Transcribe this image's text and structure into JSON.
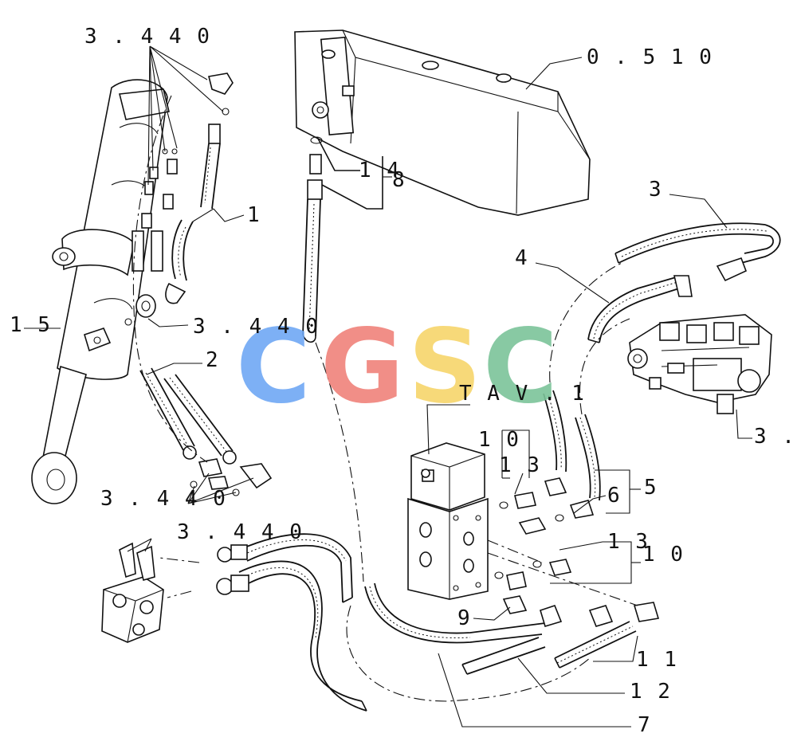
{
  "watermark": {
    "letters": [
      {
        "char": "C",
        "color": "#6fa8f5"
      },
      {
        "char": "G",
        "color": "#f0827b"
      },
      {
        "char": "S",
        "color": "#f7d56b"
      },
      {
        "char": "C",
        "color": "#7cc49a"
      }
    ]
  },
  "callouts": {
    "top_left_ref": "3 . 4 4 0",
    "tank_ref": "0 . 5 1 0",
    "item_1": "1",
    "item_14": "1 4",
    "item_8": "8",
    "item_15": "1 5",
    "mid_left_ref": "3 . 4 4 0",
    "item_2": "2",
    "item_3": "3",
    "item_4": "4",
    "tav_ref": "T A V . 1",
    "item_10_a": "1 0",
    "item_13_a": "1 3",
    "valve_ref": "3 .",
    "item_5": "5",
    "item_6": "6",
    "bottom_left_ref_a": "3 . 4 4 0",
    "bottom_left_ref_b": "3 . 4 4 0",
    "item_13_b": "1 3",
    "item_10_b": "1 0",
    "item_9": "9",
    "item_11": "1 1",
    "item_12": "1 2",
    "item_7": "7"
  }
}
